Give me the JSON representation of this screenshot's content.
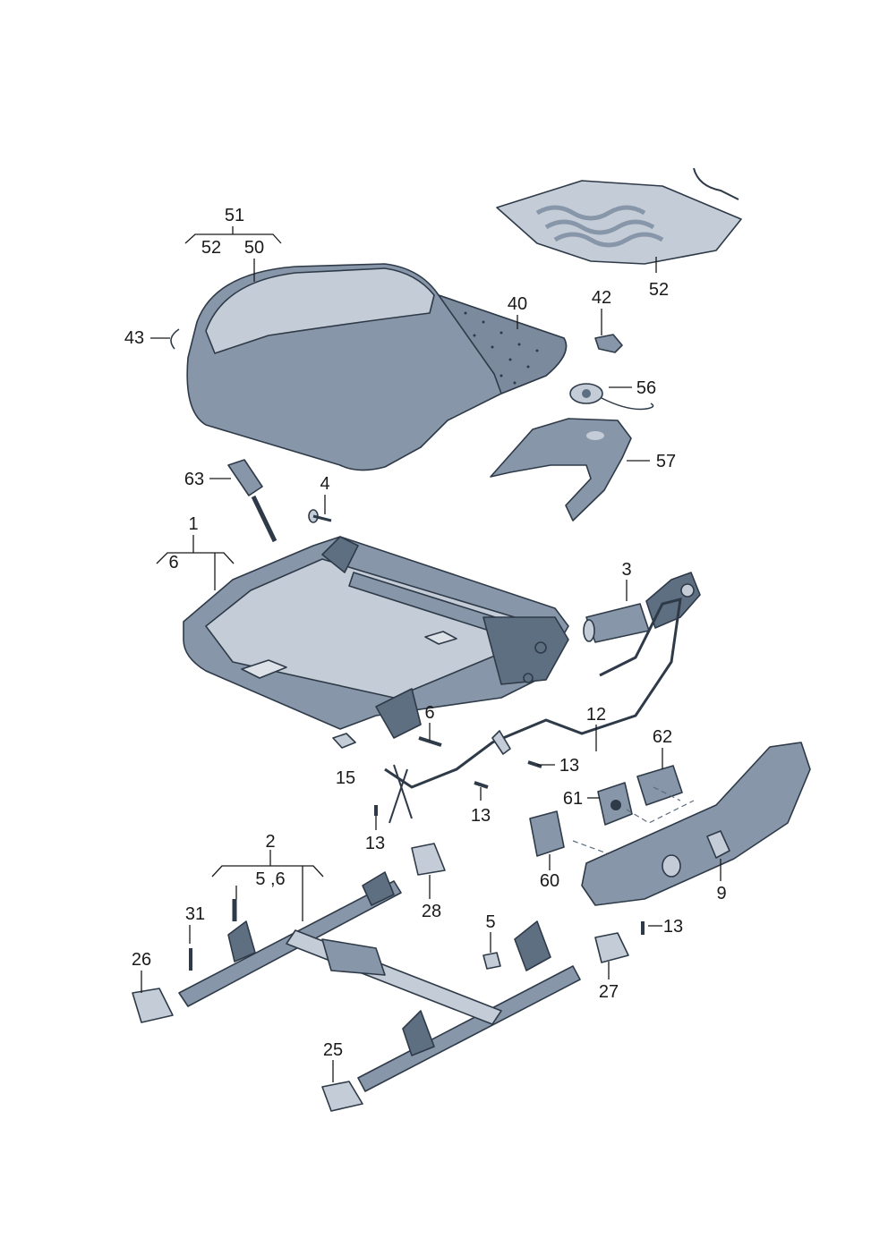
{
  "labels": {
    "l51": "51",
    "l52a": "52",
    "l50": "50",
    "l43": "43",
    "l40": "40",
    "l42": "42",
    "l52b": "52",
    "l56": "56",
    "l57": "57",
    "l63": "63",
    "l4": "4",
    "l1": "1",
    "l6a": "6",
    "l3": "3",
    "l6b": "6",
    "l12": "12",
    "l62": "62",
    "l15": "15",
    "l13a": "13",
    "l61": "61",
    "l13b": "13",
    "l13c": "13",
    "l60": "60",
    "l9": "9",
    "l2": "2",
    "l56b": "5 ,6",
    "l31": "31",
    "l28": "28",
    "l5": "5",
    "l13d": "13",
    "l26": "26",
    "l27": "27",
    "l25": "25"
  }
}
